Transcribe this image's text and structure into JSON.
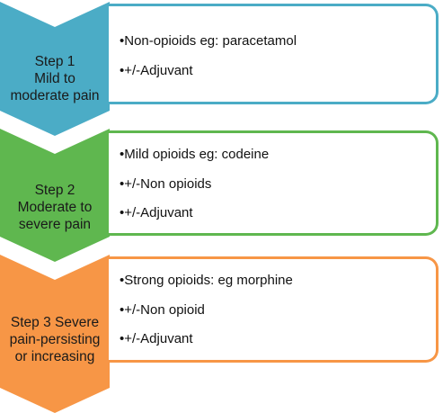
{
  "steps": [
    {
      "label_lines": [
        "Step 1",
        "Mild to",
        "moderate pain"
      ],
      "color": "#4BACC6",
      "bullets": [
        "•Non-opioids eg: paracetamol",
        "•+/-Adjuvant"
      ]
    },
    {
      "label_lines": [
        "Step 2",
        "Moderate to",
        "severe pain"
      ],
      "color": "#5FB74F",
      "bullets": [
        "•Mild opioids eg: codeine",
        "•+/-Non opioids",
        "•+/-Adjuvant"
      ]
    },
    {
      "label_lines": [
        "Step 3 Severe",
        "pain-persisting",
        "or increasing"
      ],
      "color": "#F79646",
      "bullets": [
        "•Strong opioids: eg morphine",
        "•+/-Non opioid",
        "•+/-Adjuvant"
      ]
    }
  ]
}
